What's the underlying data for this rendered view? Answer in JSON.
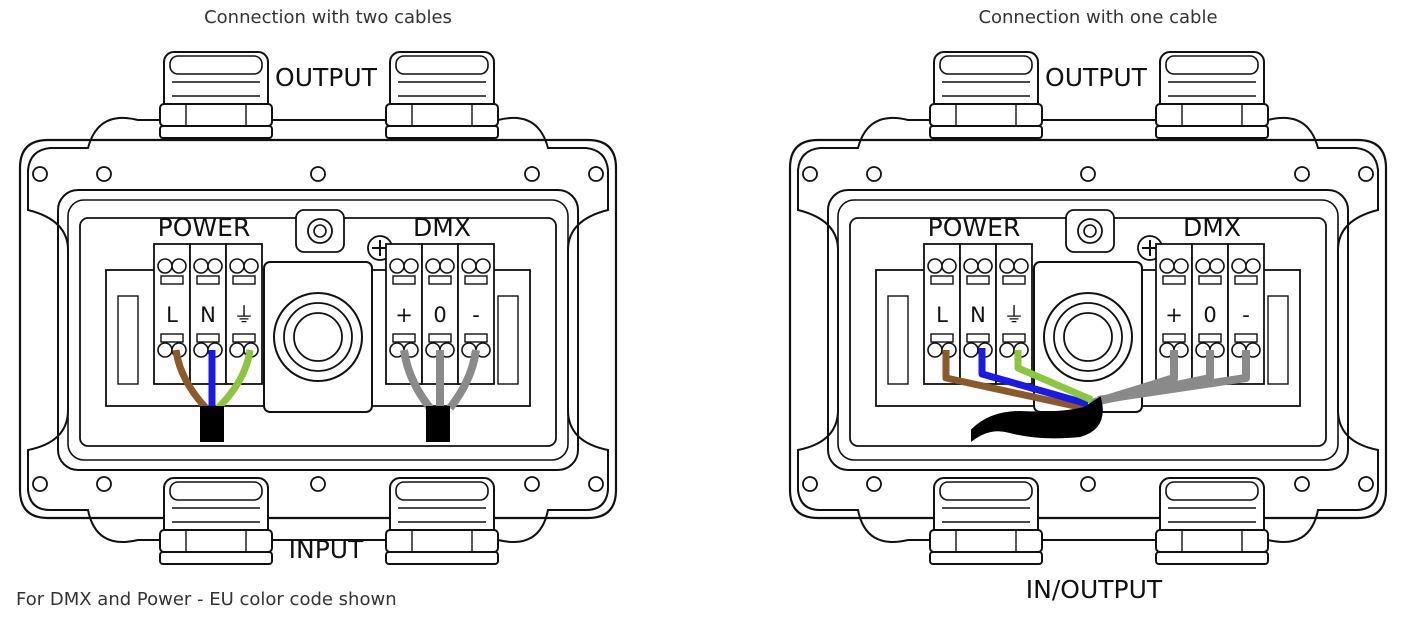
{
  "diagrams": [
    {
      "caption": "Connection with two cables",
      "top_label": "OUTPUT",
      "bottom_label": "INPUT",
      "power_label": "POWER",
      "dmx_label": "DMX",
      "power_terminals": [
        "L",
        "N",
        "⏚"
      ],
      "dmx_terminals": [
        "+",
        "0",
        "-"
      ]
    },
    {
      "caption": "Connection with one cable",
      "top_label": "OUTPUT",
      "bottom_label": "IN/OUTPUT",
      "power_label": "POWER",
      "dmx_label": "DMX",
      "power_terminals": [
        "L",
        "N",
        "⏚"
      ],
      "dmx_terminals": [
        "+",
        "0",
        "-"
      ]
    }
  ],
  "footer_note": "For DMX and Power - EU color code shown",
  "colors": {
    "live_wire": "#8B5A2B",
    "neutral_wire": "#1A1AE6",
    "earth_wire": "#8CC63F",
    "dmx_wire": "#8A8A8A",
    "cable_jacket": "#000000",
    "outline": "#111111"
  }
}
